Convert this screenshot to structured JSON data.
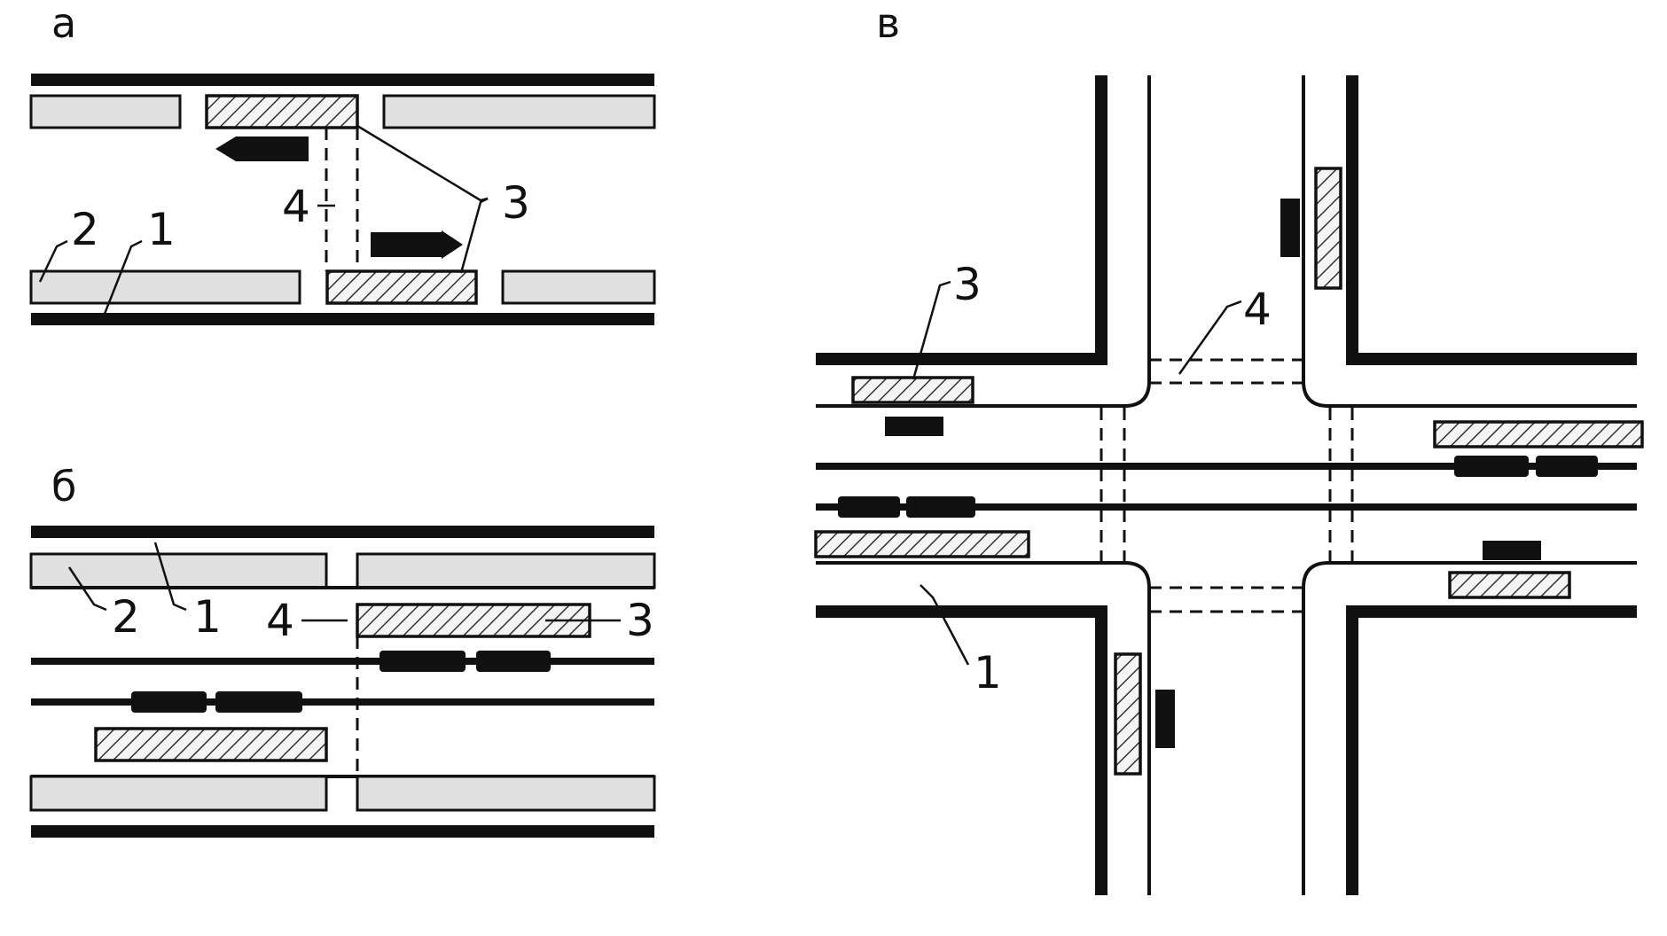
{
  "panels": {
    "a": {
      "title": "а"
    },
    "b": {
      "title": "б"
    },
    "v": {
      "title": "в"
    }
  },
  "labels": {
    "n1": "1",
    "n2": "2",
    "n3": "3",
    "n4": "4"
  },
  "colors": {
    "line": "#111111",
    "sidewalk": "#e0e0e0",
    "background": "#ffffff"
  }
}
